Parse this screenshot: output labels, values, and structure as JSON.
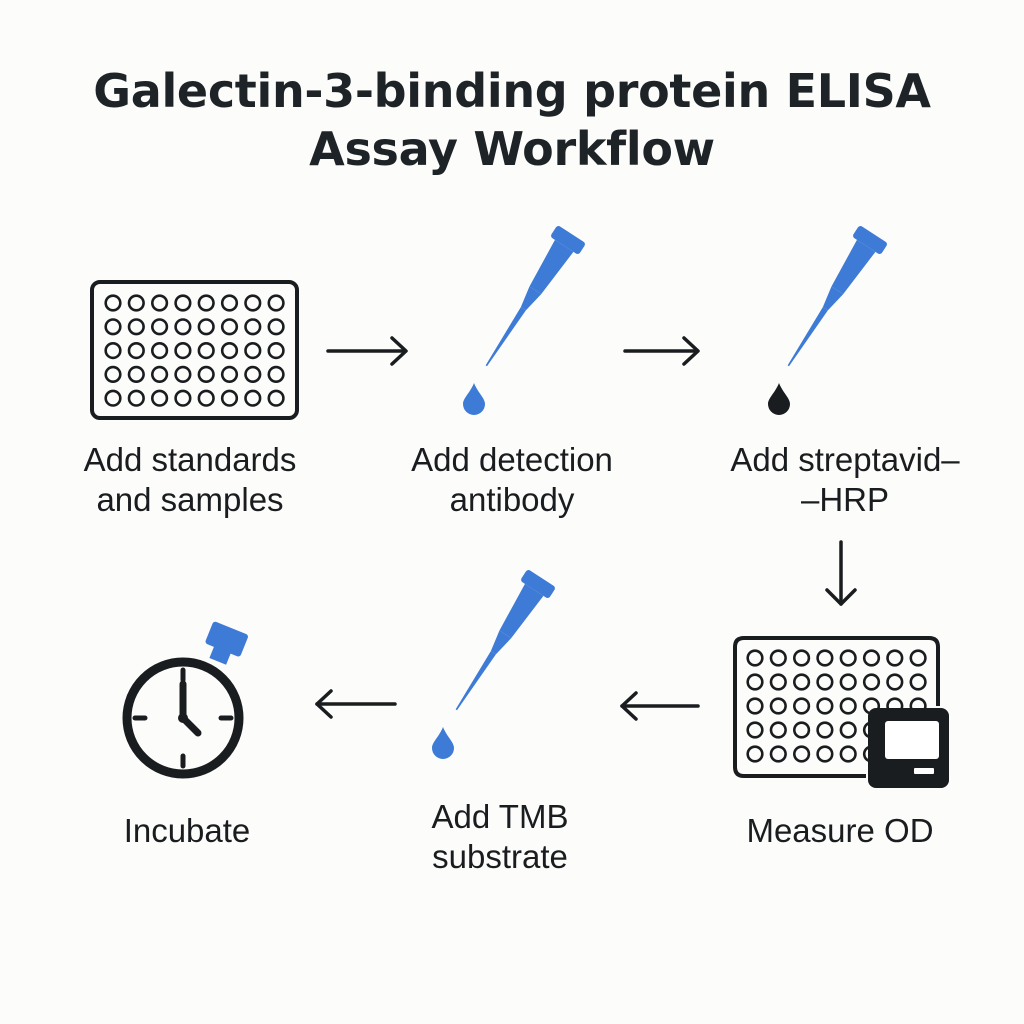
{
  "title": {
    "line1": "Galectin-3-binding protein ELISA",
    "line2": "Assay Workflow"
  },
  "colors": {
    "accent_blue": "#3d7bd6",
    "ink": "#1a1d1f",
    "background": "#fcfcfb"
  },
  "steps": [
    {
      "line1": "Add standards",
      "line2": "and samples",
      "icon": "microplate-icon"
    },
    {
      "line1": "Add detection",
      "line2": "antibody",
      "icon": "pipette-blue-drop-icon"
    },
    {
      "line1": "Add streptavid–",
      "line2": "–HRP",
      "icon": "pipette-black-drop-icon"
    },
    {
      "line1": "Measure OD",
      "line2": "",
      "icon": "plate-reader-icon"
    },
    {
      "line1": "Add TMB",
      "line2": "substrate",
      "icon": "pipette-blue-drop-icon"
    },
    {
      "line1": "Incubate",
      "line2": "",
      "icon": "stopwatch-icon"
    }
  ]
}
